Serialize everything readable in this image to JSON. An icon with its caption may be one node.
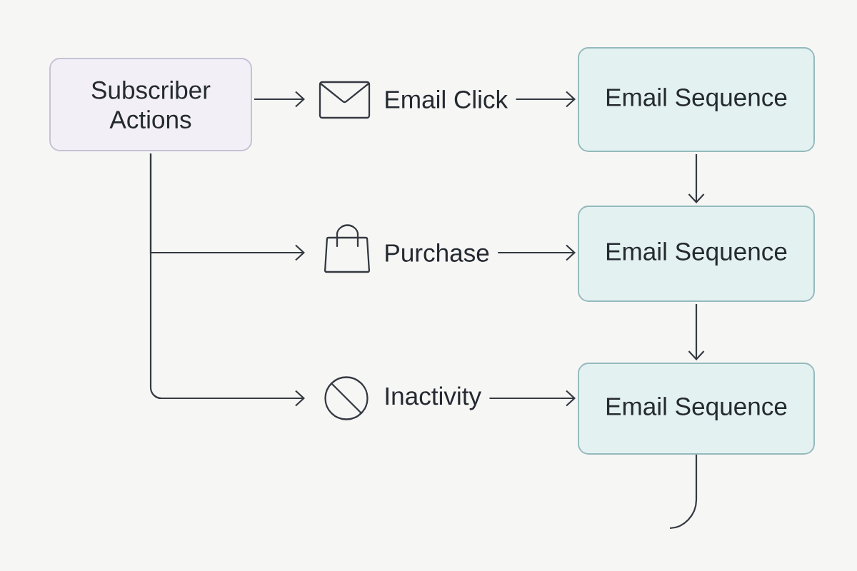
{
  "diagram": {
    "nodes": [
      {
        "text": [
          "Subscriber Actions"
        ]
      },
      {
        "text": [
          "Email Click"
        ]
      },
      {
        "text": [
          "Email Sequence"
        ]
      },
      {
        "text": [
          "Purchase"
        ]
      },
      {
        "text": [
          "Email Sequence"
        ]
      },
      {
        "text": [
          "Inactivity"
        ]
      },
      {
        "text": [
          "Email Sequence"
        ]
      }
    ],
    "edges": [
      {
        "from": 0,
        "to": 1,
        "arrow": "to"
      },
      {
        "from": 1,
        "to": 2,
        "arrow": "to"
      },
      {
        "from": 2,
        "to": 4,
        "arrow": "to"
      },
      {
        "from": 0,
        "to": 3,
        "arrow": "to"
      },
      {
        "from": 3,
        "to": 4,
        "arrow": "to"
      },
      {
        "from": 4,
        "to": 6,
        "arrow": "to"
      },
      {
        "from": 0,
        "to": 5,
        "arrow": "to"
      },
      {
        "from": 5,
        "to": 6,
        "arrow": "to"
      },
      {
        "from": 6,
        "to": null,
        "arrow": "none"
      }
    ]
  }
}
